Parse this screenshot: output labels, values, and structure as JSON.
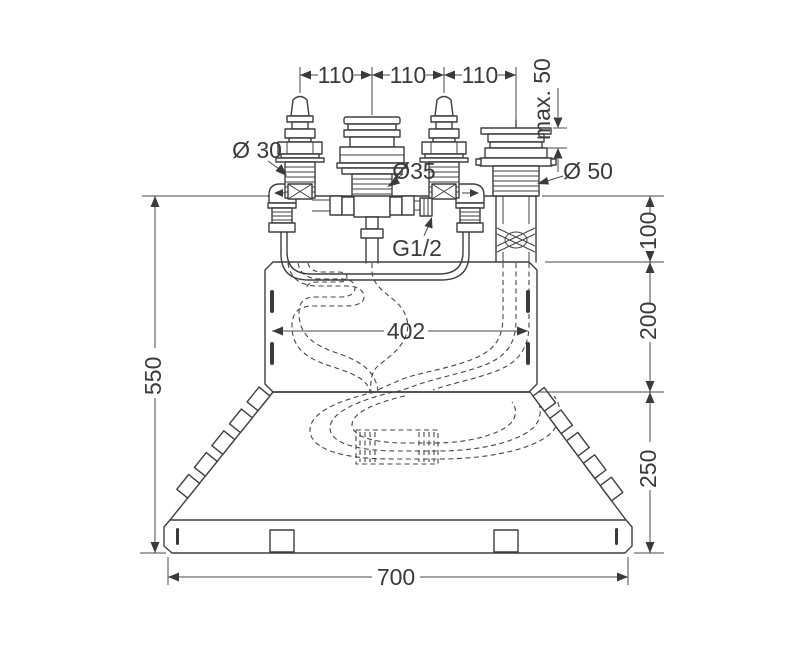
{
  "page": {
    "background": "#ffffff",
    "line_color": "#3f3f3f",
    "text_color": "#3a3a3a"
  },
  "drawing": {
    "labels": {
      "spacing_a": "110",
      "spacing_b": "110",
      "spacing_c": "110",
      "max_depth": "max. 50",
      "dia_valve": "Ø 30",
      "dia_spout": "Ø35",
      "dia_overflow": "Ø 50",
      "thread": "G1/2",
      "inner_width": "402",
      "height_total": "550",
      "height_top": "100",
      "height_mid": "200",
      "height_bottom": "250",
      "base_width": "700"
    }
  }
}
